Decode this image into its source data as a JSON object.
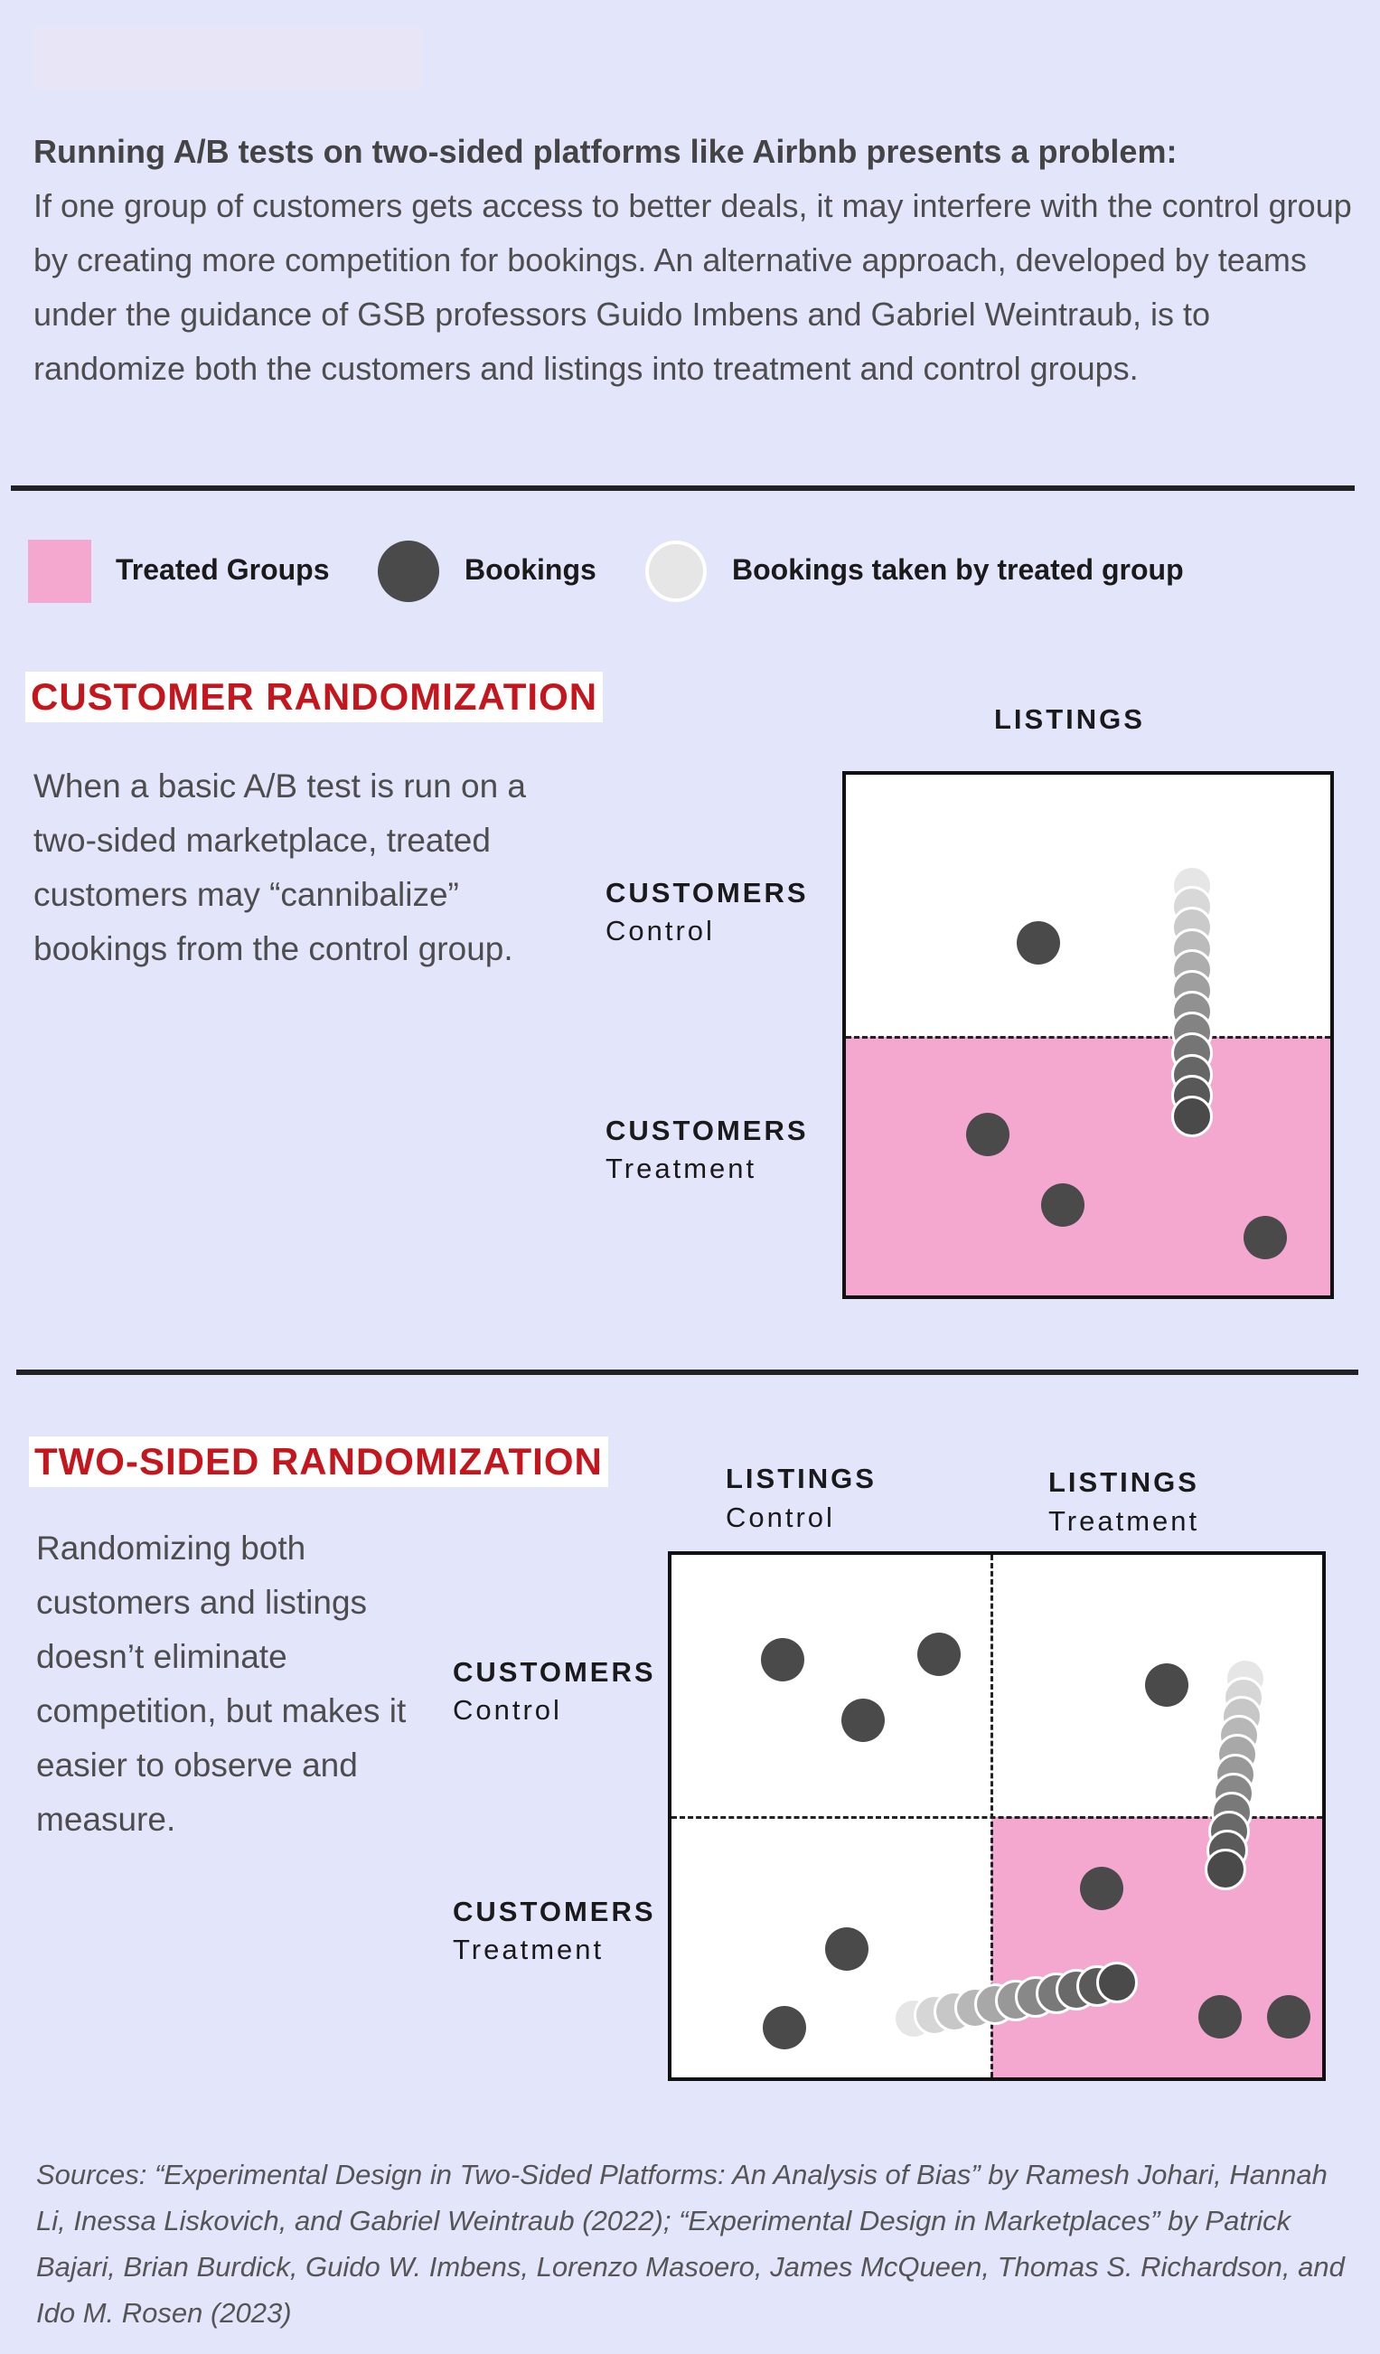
{
  "intro": {
    "lead": "Running A/B tests on two-sided platforms like Airbnb presents a problem:",
    "body": "If one group of customers gets access to better deals, it may interfere with the control group by creating more competition for bookings. An alternative approach, developed by teams under the guidance of GSB professors Guido Imbens and Gabriel Weintraub, is to randomize both the customers and listings into treatment and control groups."
  },
  "legend": {
    "treated": "Treated Groups",
    "bookings": "Bookings",
    "taken": "Bookings taken by treated group"
  },
  "customer": {
    "title": "CUSTOMER RANDOMIZATION",
    "text": "When a basic A/B test is run on a two-sided marketplace, treated customers may “cannibalize” bookings from the control group.",
    "listings": "LISTINGS",
    "row1_head": "CUSTOMERS",
    "row1_sub": "Control",
    "row2_head": "CUSTOMERS",
    "row2_sub": "Treatment"
  },
  "twosided": {
    "title": "TWO-SIDED RANDOMIZATION",
    "text": "Randomizing both customers and listings doesn’t eliminate competition, but makes it easier to observe and measure.",
    "col1_head": "LISTINGS",
    "col1_sub": "Control",
    "col2_head": "LISTINGS",
    "col2_sub": "Treatment",
    "row1_head": "CUSTOMERS",
    "row1_sub": "Control",
    "row2_head": "CUSTOMERS",
    "row2_sub": "Treatment"
  },
  "sources": "Sources: “Experimental Design in Two-Sided Platforms: An Analysis of Bias” by Ramesh Johari, Hannah Li, Inessa Liskovich, and Gabriel Weintraub (2022); “Experimental Design in Marketplaces” by Patrick Bajari, Brian Burdick, Guido W. Imbens, Lorenzo Masoero, James McQueen, Thomas S. Richardson, and Ido M. Rosen (2023)",
  "colors": {
    "background": "#e3e6fb",
    "treated": "#f4a8d0",
    "booking": "#4a4a4a",
    "taken": "#e6e6e6",
    "title_red": "#c4161c"
  }
}
